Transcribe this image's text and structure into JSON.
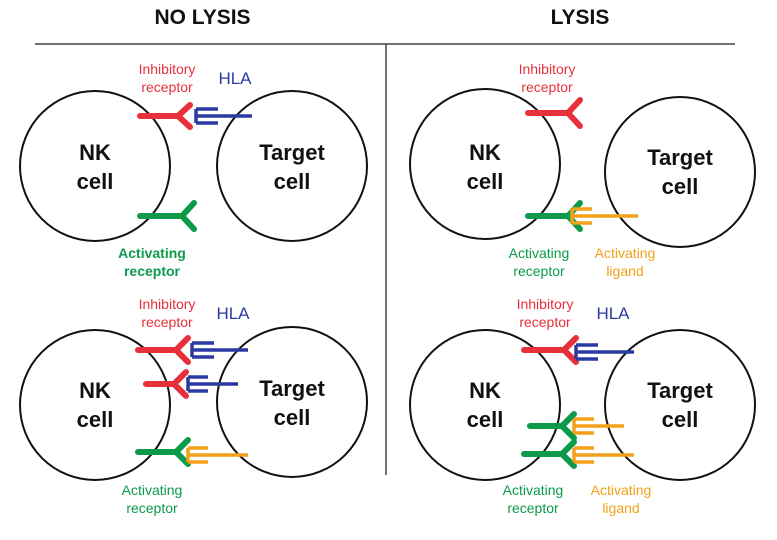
{
  "headers": {
    "left": "NO LYSIS",
    "right": "LYSIS"
  },
  "cells": {
    "nk": [
      "NK",
      "cell"
    ],
    "target": [
      "Target",
      "cell"
    ]
  },
  "labels": {
    "inhibitory_receptor": [
      "Inhibitory",
      "receptor"
    ],
    "hla": "HLA",
    "activating_receptor": [
      "Activating",
      "receptor"
    ],
    "activating_ligand": [
      "Activating",
      "ligand"
    ]
  },
  "colors": {
    "inhibitory": "#e8303a",
    "hla": "#2b3aa0",
    "activating_receptor": "#0d9a4a",
    "activating_ligand": "#f3a01a",
    "outline": "#111111"
  }
}
